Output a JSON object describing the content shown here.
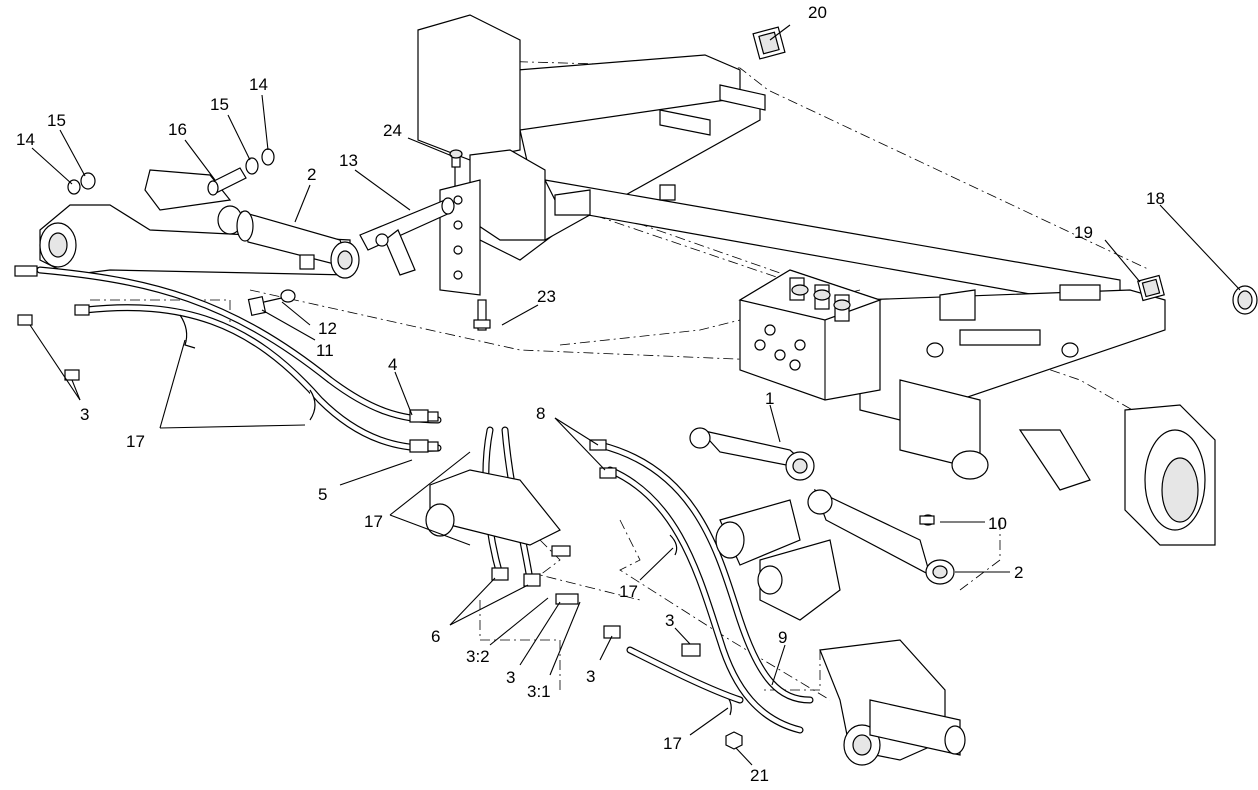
{
  "callouts": {
    "c1": "1",
    "c2a": "2",
    "c2b": "2",
    "c3a": "3",
    "c3b": "3",
    "c3c": "3",
    "c3d": "3",
    "c3_1": "3:1",
    "c3_2": "3:2",
    "c4": "4",
    "c5": "5",
    "c6": "6",
    "c8": "8",
    "c9": "9",
    "c10": "10",
    "c11": "11",
    "c12": "12",
    "c13": "13",
    "c14a": "14",
    "c14b": "14",
    "c15a": "15",
    "c15b": "15",
    "c16": "16",
    "c17a": "17",
    "c17b": "17",
    "c17c": "17",
    "c17d": "17",
    "c18": "18",
    "c19": "19",
    "c20": "20",
    "c21": "21",
    "c23": "23",
    "c24": "24"
  }
}
